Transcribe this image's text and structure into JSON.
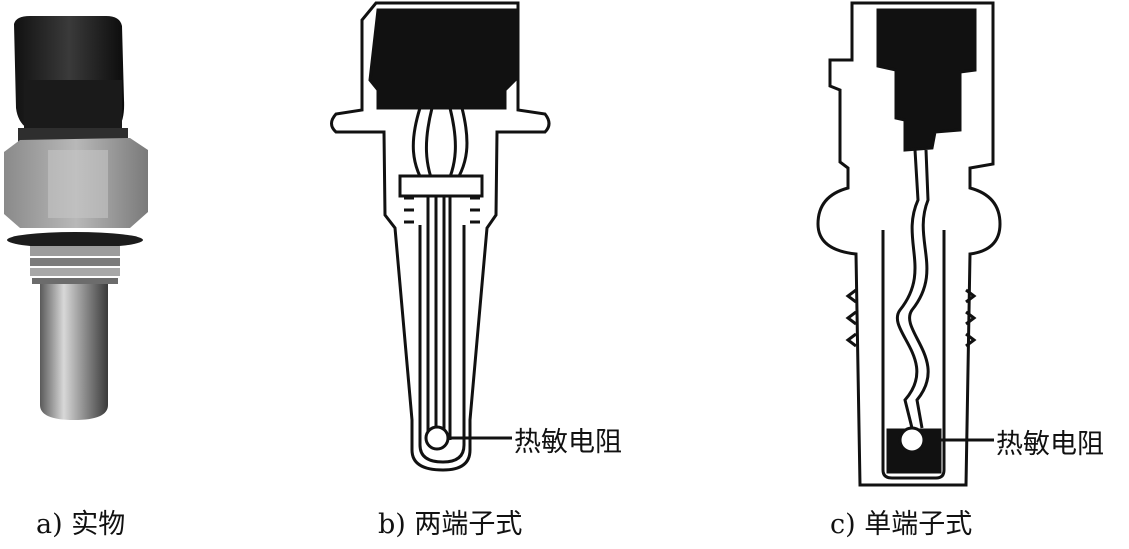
{
  "figures": [
    {
      "caption": "a) 实物"
    },
    {
      "caption": "b) 两端子式",
      "callout": "热敏电阻"
    },
    {
      "caption": "c) 单端子式",
      "callout": "热敏电阻"
    }
  ]
}
